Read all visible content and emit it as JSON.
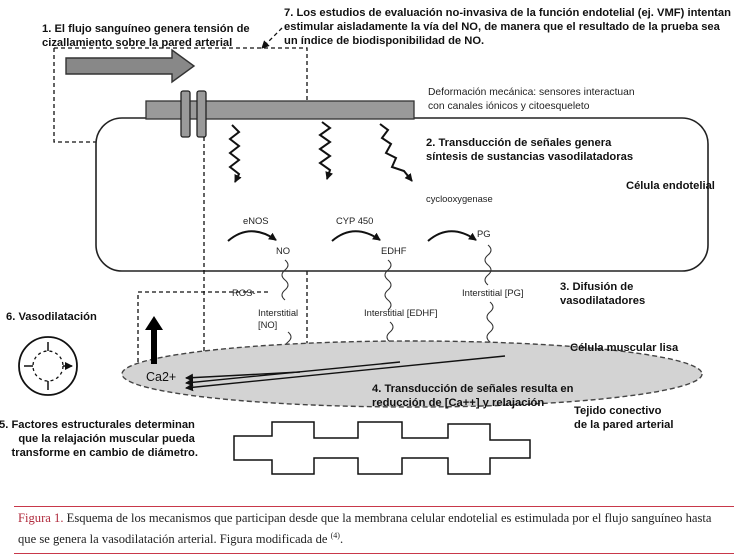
{
  "labels": {
    "step1": [
      "1. El flujo sanguíneo genera tensión de",
      "cizallamiento sobre la pared arterial"
    ],
    "step7": [
      "7. Los estudios de evaluación no-invasiva de la función endotelial (ej. VMF) intentan",
      "estimular aisladamente la vía del NO, de manera que el resultado de la prueba sea",
      "un índice de biodisponibilidad de NO."
    ],
    "deformation": [
      "Deformación mecánica: sensores interactuan",
      "con canales iónicos y citoesqueleto"
    ],
    "step2": [
      "2. Transducción de señales genera",
      "síntesis de sustancias vasodilatadoras"
    ],
    "endothelial_cell": "Célula endotelial",
    "cyclooxygenase": "cyclooxygenase",
    "enos": "eNOS",
    "cyp450": "CYP 450",
    "no": "NO",
    "edhf": "EDHF",
    "pg": "PG",
    "ros": "ROS-",
    "step3": [
      "3. Difusión de",
      "vasodilatadores"
    ],
    "interstitial_no": [
      "Interstitial",
      "[NO]"
    ],
    "interstitial_edhf": "Interstitial [EDHF]",
    "interstitial_pg": "Interstitial [PG]",
    "step6": "6. Vasodilatación",
    "smooth_muscle_cell": "Célula muscular lisa",
    "ca2": "Ca2+",
    "step4": [
      "4. Transducción de señales resulta en",
      "reducción de [Ca++] y relajación"
    ],
    "step5": [
      "5. Factores estructurales determinan",
      "que la relajación muscular pueda",
      "transforme en cambio de diámetro."
    ],
    "connective": [
      "Tejido conectivo",
      "de la pared arterial"
    ]
  },
  "caption": {
    "figure_label": "Figura 1.",
    "text": " Esquema de los mecanismos que participan desde que la membrana celular endotelial es estimulada por el flujo sanguíneo hasta que se genera la vasodilatación arterial. Figura modificada de ",
    "ref": "(4)",
    "end": "."
  }
}
